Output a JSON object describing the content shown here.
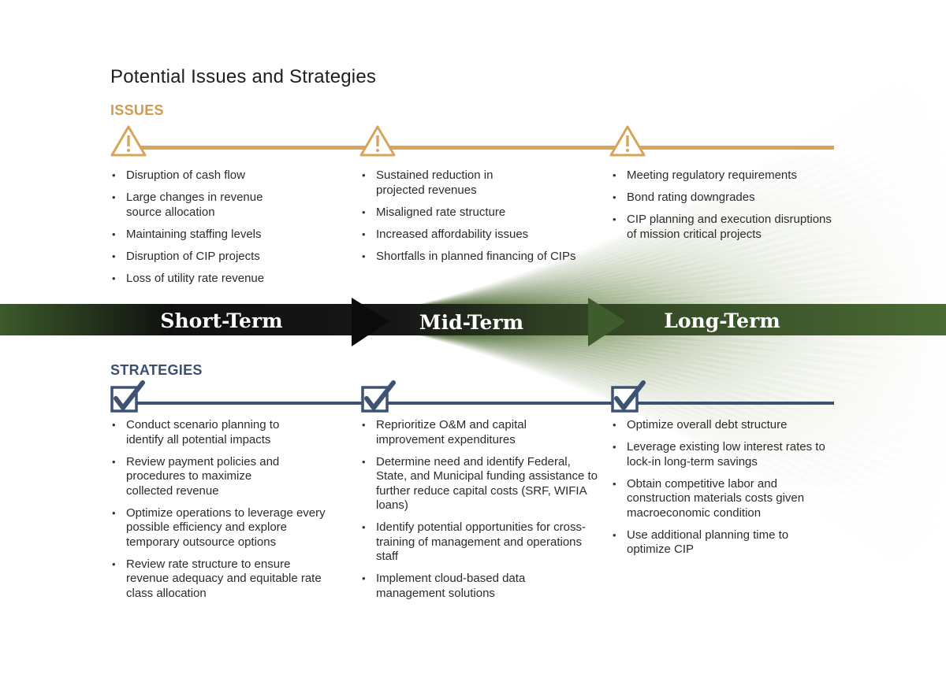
{
  "title": "Potential Issues and Strategies",
  "issues": {
    "heading": "ISSUES",
    "color": "#d8a45a",
    "icon": "warning-triangle-icon",
    "columns": [
      {
        "term": "short",
        "items": [
          "Disruption of cash flow",
          "Large changes in revenue source allocation",
          "Maintaining staffing levels",
          "Disruption of CIP projects",
          "Loss of utility rate revenue"
        ]
      },
      {
        "term": "mid",
        "items": [
          "Sustained reduction in projected revenues",
          "Misaligned rate structure",
          "Increased affordability issues",
          "Shortfalls in planned financing of CIPs"
        ]
      },
      {
        "term": "long",
        "items": [
          "Meeting regulatory requirements",
          "Bond rating downgrades",
          "CIP planning and execution disruptions of mission critical projects"
        ]
      }
    ]
  },
  "timeline": {
    "short": "Short-Term",
    "mid": "Mid-Term",
    "long": "Long-Term",
    "colors": {
      "dark": "#111111",
      "green": "#3f5f2c"
    }
  },
  "strategies": {
    "heading": "STRATEGIES",
    "color": "#3e5272",
    "icon": "checkbox-checked-icon",
    "columns": [
      {
        "term": "short",
        "items": [
          "Conduct scenario planning to identify all potential impacts",
          "Review payment policies and procedures to maximize collected revenue",
          "Optimize operations to leverage every possible efficiency and explore temporary outsource options",
          "Review rate structure to ensure revenue adequacy and equitable rate class allocation"
        ]
      },
      {
        "term": "mid",
        "items": [
          "Reprioritize O&M and capital improvement expenditures",
          "Determine need and identify Federal, State, and Municipal funding assistance to further reduce capital costs (SRF, WIFIA loans)",
          "Identify potential opportunities for cross-training of management and operations staff",
          "Implement cloud-based data management solutions"
        ]
      },
      {
        "term": "long",
        "items": [
          "Optimize overall debt structure",
          "Leverage existing low interest rates to lock-in long-term savings",
          "Obtain competitive labor and construction materials costs given macroeconomic condition",
          "Use additional planning time to optimize CIP"
        ]
      }
    ]
  }
}
